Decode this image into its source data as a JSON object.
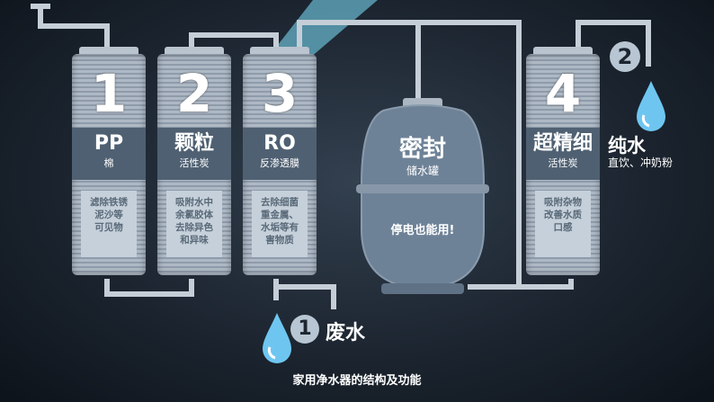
{
  "filters": [
    {
      "num": "1",
      "name": "PP",
      "sub": "棉",
      "desc": [
        "滤除铁锈",
        "泥沙等",
        "可见物"
      ]
    },
    {
      "num": "2",
      "name": "颗粒",
      "sub": "活性炭",
      "desc": [
        "吸附水中",
        "余氯胶体",
        "去除异色",
        "和异味"
      ]
    },
    {
      "num": "3",
      "name": "RO",
      "sub": "反渗透膜",
      "desc": [
        "去除细菌",
        "重金属、",
        "水垢等有",
        "害物质"
      ]
    },
    {
      "num": "4",
      "name": "超精细",
      "sub": "活性炭",
      "desc": [
        "吸附杂物",
        "改善水质",
        "口感"
      ]
    }
  ],
  "tank": {
    "name": "密封",
    "sub": "储水罐",
    "note": "停电也能用!"
  },
  "outputs": {
    "pure": {
      "num": "2",
      "label": "纯水",
      "uses": "直饮、冲奶粉"
    },
    "waste": {
      "num": "1",
      "label": "废水"
    }
  },
  "caption": "家用净水器的结构及功能"
}
